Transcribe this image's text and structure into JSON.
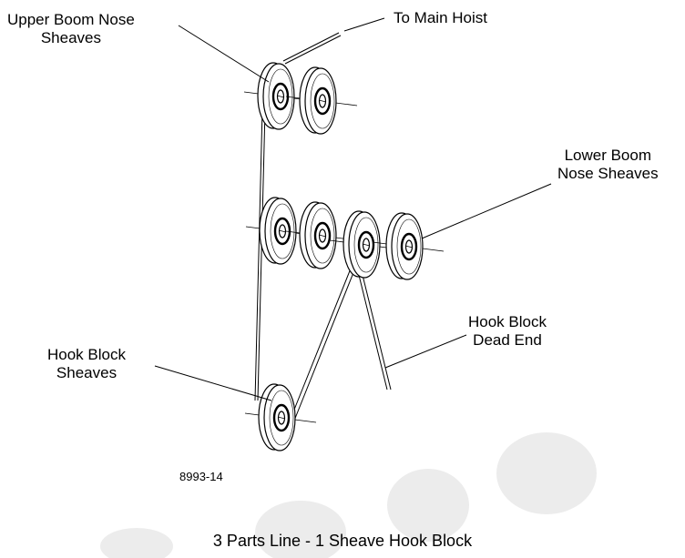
{
  "labels": {
    "upper_boom_nose_sheaves": [
      "Upper Boom Nose",
      "Sheaves"
    ],
    "to_main_hoist": "To Main Hoist",
    "lower_boom_nose_sheaves": [
      "Lower Boom",
      "Nose Sheaves"
    ],
    "hook_block_dead_end": [
      "Hook Block",
      "Dead End"
    ],
    "hook_block_sheaves": [
      "Hook Block",
      "Sheaves"
    ]
  },
  "figure_number": "8993-14",
  "caption": "3 Parts Line - 1 Sheave Hook Block",
  "colors": {
    "line": "#000000",
    "sheave_fill": "#ffffff",
    "watermark": "#e8e8e8"
  }
}
